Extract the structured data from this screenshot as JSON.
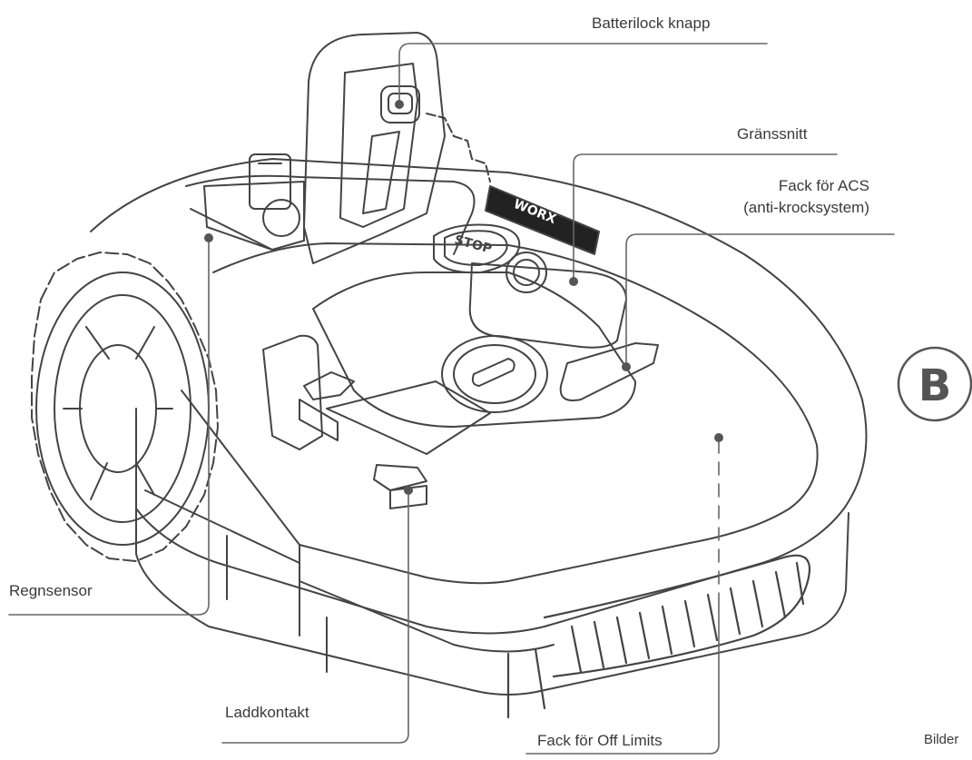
{
  "diagram": {
    "badge": "B",
    "corner_text": "Bilder",
    "labels": {
      "battery_lock": "Batterilock knapp",
      "interface": "Gränssnitt",
      "acs_line1": "Fack för ACS",
      "acs_line2": "(anti-krocksystem)",
      "rain_sensor": "Regnsensor",
      "charge_contact": "Laddkontakt",
      "off_limits": "Fack för Off Limits"
    },
    "mower_marks": {
      "stop_button": "STOP",
      "brand_plate": "WORX"
    }
  }
}
